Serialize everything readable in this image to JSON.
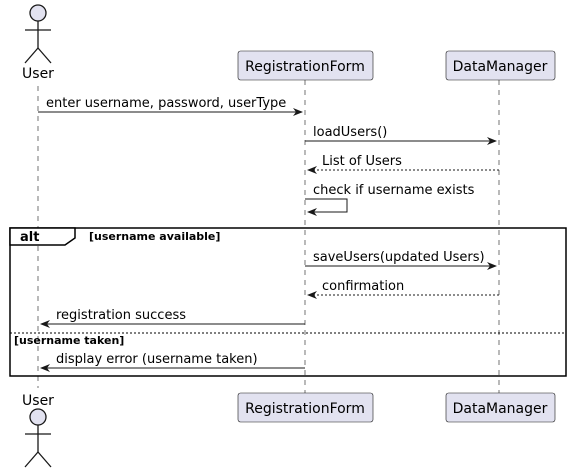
{
  "participants": [
    {
      "id": "user",
      "label": "User",
      "kind": "actor"
    },
    {
      "id": "form",
      "label": "RegistrationForm",
      "kind": "box"
    },
    {
      "id": "dm",
      "label": "DataManager",
      "kind": "box"
    }
  ],
  "messages": [
    {
      "from": "user",
      "to": "form",
      "text": "enter username, password, userType",
      "style": "solid"
    },
    {
      "from": "form",
      "to": "dm",
      "text": "loadUsers()",
      "style": "solid"
    },
    {
      "from": "dm",
      "to": "form",
      "text": "List of Users",
      "style": "dashed"
    },
    {
      "from": "form",
      "to": "form",
      "text": "check if username exists",
      "style": "self"
    },
    {
      "from": "form",
      "to": "dm",
      "text": "saveUsers(updated Users)",
      "style": "solid"
    },
    {
      "from": "dm",
      "to": "form",
      "text": "confirmation",
      "style": "dashed"
    },
    {
      "from": "form",
      "to": "user",
      "text": "registration success",
      "style": "solid"
    },
    {
      "from": "form",
      "to": "user",
      "text": "display error (username taken)",
      "style": "solid"
    }
  ],
  "alt_frame": {
    "label": "alt",
    "guard_1": "[username available]",
    "guard_2": "[username taken]"
  },
  "colors": {
    "participant_fill": "#E2E2F0",
    "participant_stroke": "#181818",
    "lifeline": "#181818",
    "arrow": "#181818"
  }
}
